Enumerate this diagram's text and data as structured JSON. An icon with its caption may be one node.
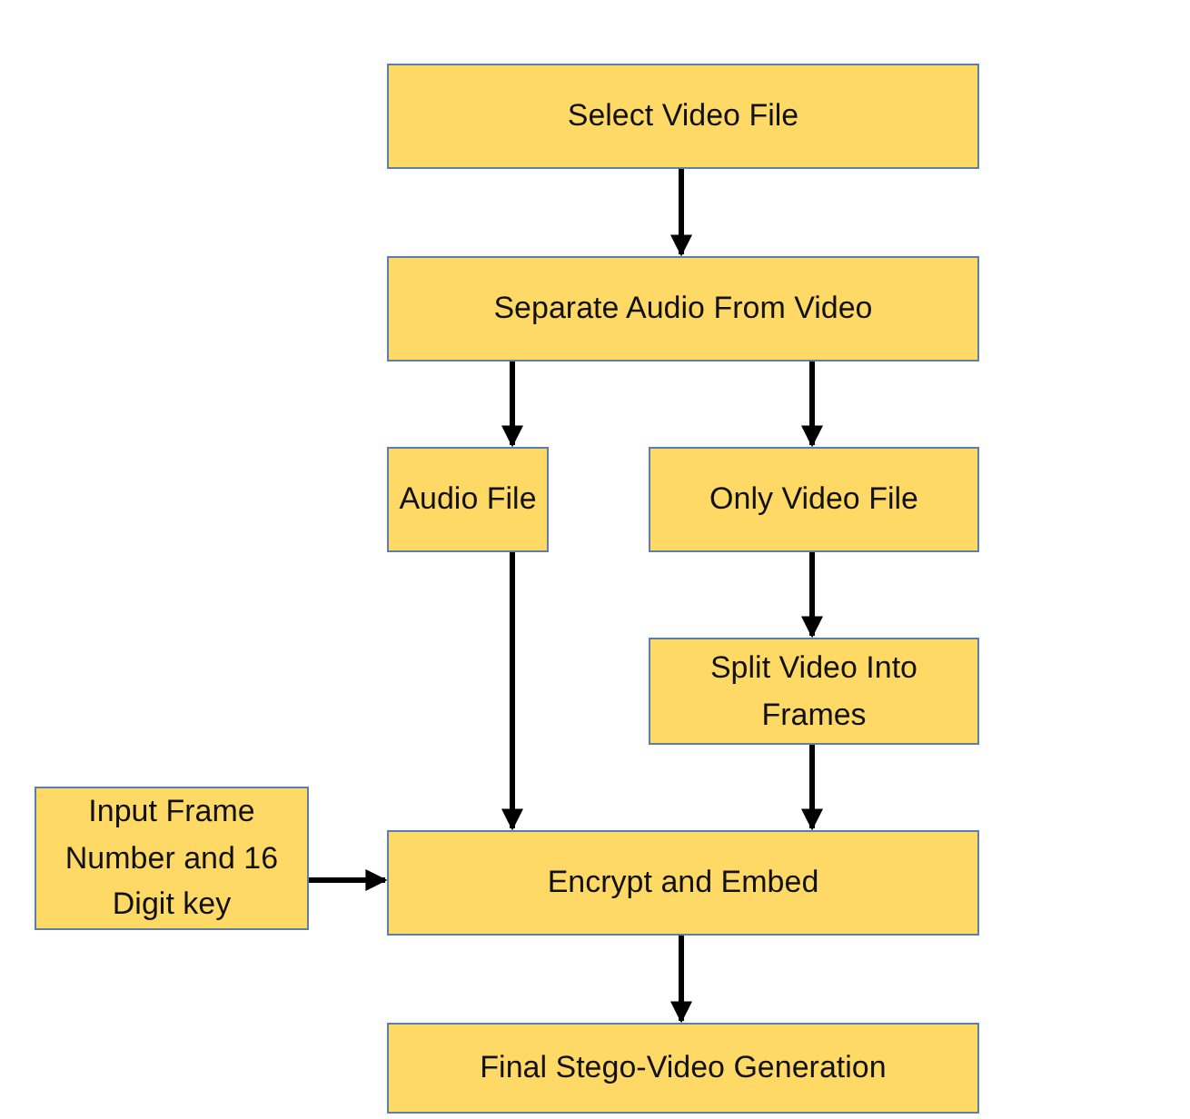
{
  "diagram": {
    "nodes": [
      {
        "text": [
          "Select Video File"
        ]
      },
      {
        "text": [
          "Separate Audio From Video"
        ]
      },
      {
        "text": [
          "Audio File"
        ]
      },
      {
        "text": [
          "Only Video File"
        ]
      },
      {
        "text": [
          "Split Video Into Frames"
        ]
      },
      {
        "text": [
          "Input Frame Number and 16 Digit key"
        ]
      },
      {
        "text": [
          "Encrypt and Embed"
        ]
      },
      {
        "text": [
          "Final Stego-Video Generation"
        ]
      }
    ],
    "edges": [
      {
        "from": 0,
        "to": 1,
        "arrow": "to"
      },
      {
        "from": 1,
        "to": 2,
        "arrow": "to"
      },
      {
        "from": 1,
        "to": 3,
        "arrow": "to"
      },
      {
        "from": 2,
        "to": 6,
        "arrow": "to"
      },
      {
        "from": 3,
        "to": 4,
        "arrow": "to"
      },
      {
        "from": 4,
        "to": 6,
        "arrow": "to"
      },
      {
        "from": 5,
        "to": 6,
        "arrow": "to"
      },
      {
        "from": 6,
        "to": 7,
        "arrow": "to"
      }
    ]
  }
}
